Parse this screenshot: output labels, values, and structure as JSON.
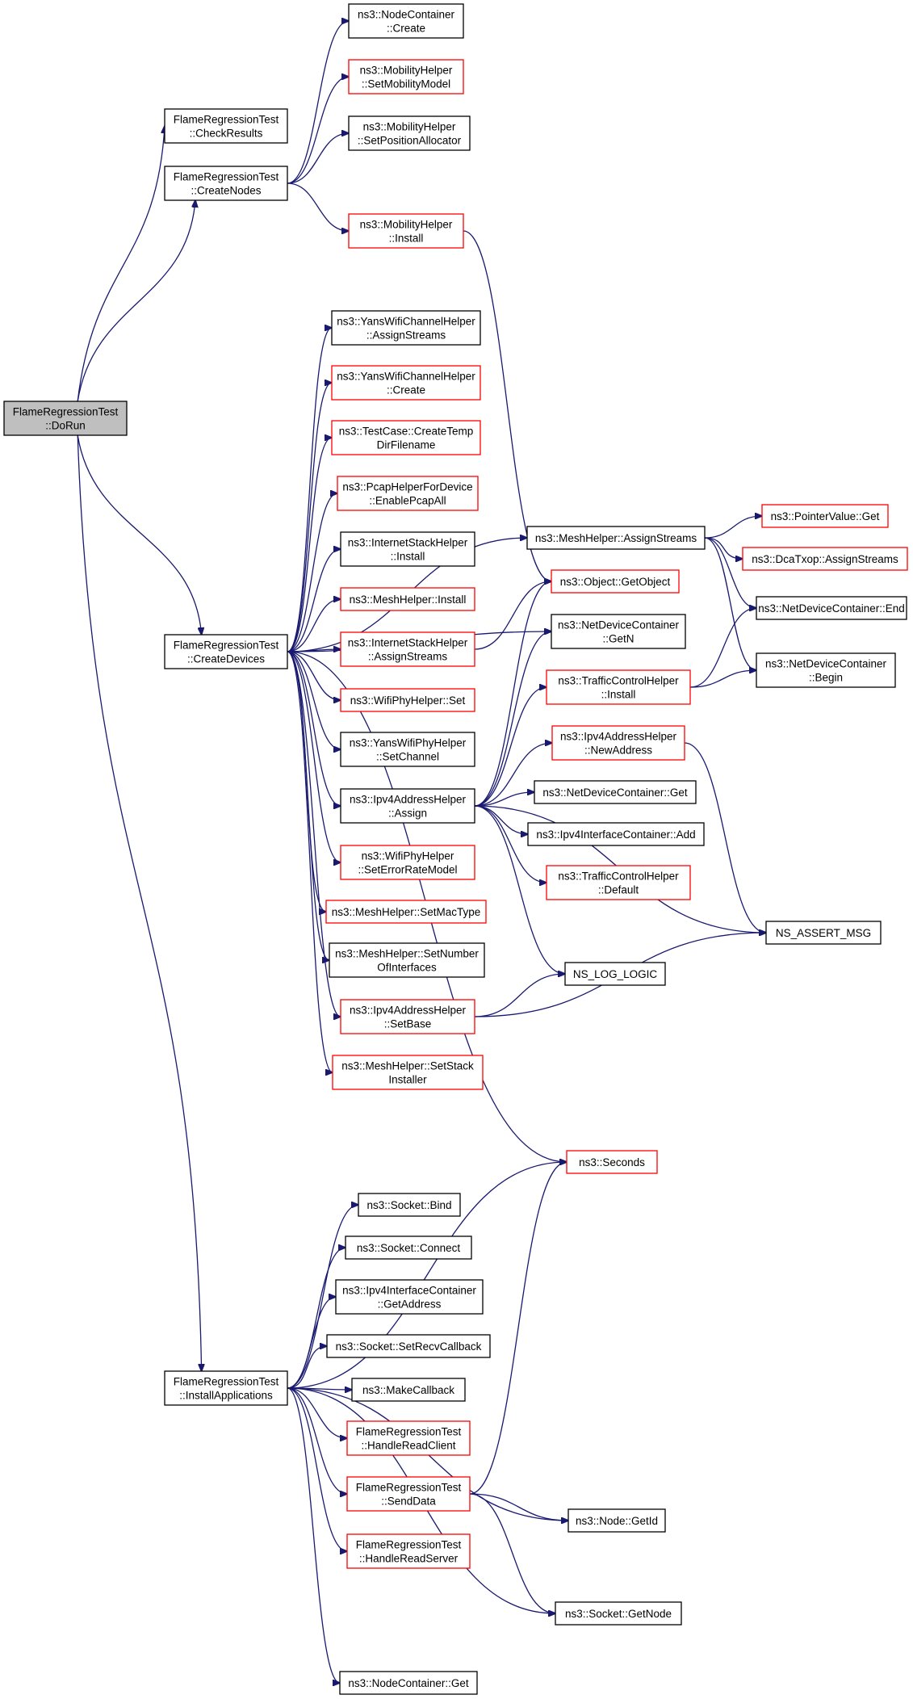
{
  "colors": {
    "edge": "#191970",
    "border_normal": "#000000",
    "border_undocumented": "#ff0000",
    "root_fill": "#bfbfbf",
    "node_fill": "#ffffff"
  },
  "nodes": [
    {
      "id": "dorun",
      "lines": [
        "FlameRegressionTest",
        "::DoRun"
      ],
      "border": "black",
      "root": true
    },
    {
      "id": "checkresults",
      "lines": [
        "FlameRegressionTest",
        "::CheckResults"
      ],
      "border": "black"
    },
    {
      "id": "createnodes",
      "lines": [
        "FlameRegressionTest",
        "::CreateNodes"
      ],
      "border": "black"
    },
    {
      "id": "createdevices",
      "lines": [
        "FlameRegressionTest",
        "::CreateDevices"
      ],
      "border": "black"
    },
    {
      "id": "installapps",
      "lines": [
        "FlameRegressionTest",
        "::InstallApplications"
      ],
      "border": "black"
    },
    {
      "id": "nc_create",
      "lines": [
        "ns3::NodeContainer",
        "::Create"
      ],
      "border": "black"
    },
    {
      "id": "mh_setmob",
      "lines": [
        "ns3::MobilityHelper",
        "::SetMobilityModel"
      ],
      "border": "red"
    },
    {
      "id": "mh_setpos",
      "lines": [
        "ns3::MobilityHelper",
        "::SetPositionAllocator"
      ],
      "border": "black"
    },
    {
      "id": "mh_install",
      "lines": [
        "ns3::MobilityHelper",
        "::Install"
      ],
      "border": "red"
    },
    {
      "id": "ywch_assign",
      "lines": [
        "ns3::YansWifiChannelHelper",
        "::AssignStreams"
      ],
      "border": "black"
    },
    {
      "id": "ywch_create",
      "lines": [
        "ns3::YansWifiChannelHelper",
        "::Create"
      ],
      "border": "red"
    },
    {
      "id": "tc_createtemp",
      "lines": [
        "ns3::TestCase::CreateTemp",
        "DirFilename"
      ],
      "border": "red"
    },
    {
      "id": "pcap_enable",
      "lines": [
        "ns3::PcapHelperForDevice",
        "::EnablePcapAll"
      ],
      "border": "red"
    },
    {
      "id": "ish_install",
      "lines": [
        "ns3::InternetStackHelper",
        "::Install"
      ],
      "border": "black"
    },
    {
      "id": "meshh_install",
      "lines": [
        "ns3::MeshHelper::Install"
      ],
      "border": "red"
    },
    {
      "id": "ish_assign",
      "lines": [
        "ns3::InternetStackHelper",
        "::AssignStreams"
      ],
      "border": "red"
    },
    {
      "id": "wph_set",
      "lines": [
        "ns3::WifiPhyHelper::Set"
      ],
      "border": "red"
    },
    {
      "id": "ywph_setchan",
      "lines": [
        "ns3::YansWifiPhyHelper",
        "::SetChannel"
      ],
      "border": "black"
    },
    {
      "id": "ipv4ah_assign",
      "lines": [
        "ns3::Ipv4AddressHelper",
        "::Assign"
      ],
      "border": "black"
    },
    {
      "id": "wph_seterr",
      "lines": [
        "ns3::WifiPhyHelper",
        "::SetErrorRateModel"
      ],
      "border": "red"
    },
    {
      "id": "meshh_setmac",
      "lines": [
        "ns3::MeshHelper::SetMacType"
      ],
      "border": "red"
    },
    {
      "id": "meshh_setnum",
      "lines": [
        "ns3::MeshHelper::SetNumber",
        "OfInterfaces"
      ],
      "border": "black"
    },
    {
      "id": "ipv4ah_setbase",
      "lines": [
        "ns3::Ipv4AddressHelper",
        "::SetBase"
      ],
      "border": "red"
    },
    {
      "id": "meshh_setstack",
      "lines": [
        "ns3::MeshHelper::SetStack",
        "Installer"
      ],
      "border": "red"
    },
    {
      "id": "meshh_assign",
      "lines": [
        "ns3::MeshHelper::AssignStreams"
      ],
      "border": "black"
    },
    {
      "id": "ptr_get",
      "lines": [
        "ns3::PointerValue::Get"
      ],
      "border": "red"
    },
    {
      "id": "dca_assign",
      "lines": [
        "ns3::DcaTxop::AssignStreams"
      ],
      "border": "red"
    },
    {
      "id": "obj_getobject",
      "lines": [
        "ns3::Object::GetObject"
      ],
      "border": "red"
    },
    {
      "id": "ndc_end",
      "lines": [
        "ns3::NetDeviceContainer::End"
      ],
      "border": "black"
    },
    {
      "id": "ndc_getn",
      "lines": [
        "ns3::NetDeviceContainer",
        "::GetN"
      ],
      "border": "black"
    },
    {
      "id": "tch_install",
      "lines": [
        "ns3::TrafficControlHelper",
        "::Install"
      ],
      "border": "red"
    },
    {
      "id": "ndc_begin",
      "lines": [
        "ns3::NetDeviceContainer",
        "::Begin"
      ],
      "border": "black"
    },
    {
      "id": "ipv4ah_newaddr",
      "lines": [
        "ns3::Ipv4AddressHelper",
        "::NewAddress"
      ],
      "border": "red"
    },
    {
      "id": "ndc_get",
      "lines": [
        "ns3::NetDeviceContainer::Get"
      ],
      "border": "black"
    },
    {
      "id": "ipv4ic_add",
      "lines": [
        "ns3::Ipv4InterfaceContainer::Add"
      ],
      "border": "black"
    },
    {
      "id": "tch_default",
      "lines": [
        "ns3::TrafficControlHelper",
        "::Default"
      ],
      "border": "red"
    },
    {
      "id": "ns_assert",
      "lines": [
        "NS_ASSERT_MSG"
      ],
      "border": "black"
    },
    {
      "id": "ns_log",
      "lines": [
        "NS_LOG_LOGIC"
      ],
      "border": "black"
    },
    {
      "id": "seconds",
      "lines": [
        "ns3::Seconds"
      ],
      "border": "red"
    },
    {
      "id": "sock_bind",
      "lines": [
        "ns3::Socket::Bind"
      ],
      "border": "black"
    },
    {
      "id": "sock_connect",
      "lines": [
        "ns3::Socket::Connect"
      ],
      "border": "black"
    },
    {
      "id": "ipv4ic_getaddr",
      "lines": [
        "ns3::Ipv4InterfaceContainer",
        "::GetAddress"
      ],
      "border": "black"
    },
    {
      "id": "sock_setrecv",
      "lines": [
        "ns3::Socket::SetRecvCallback"
      ],
      "border": "black"
    },
    {
      "id": "makecallback",
      "lines": [
        "ns3::MakeCallback"
      ],
      "border": "black"
    },
    {
      "id": "handle_client",
      "lines": [
        "FlameRegressionTest",
        "::HandleReadClient"
      ],
      "border": "red"
    },
    {
      "id": "senddata",
      "lines": [
        "FlameRegressionTest",
        "::SendData"
      ],
      "border": "red"
    },
    {
      "id": "node_getid",
      "lines": [
        "ns3::Node::GetId"
      ],
      "border": "black"
    },
    {
      "id": "handle_server",
      "lines": [
        "FlameRegressionTest",
        "::HandleReadServer"
      ],
      "border": "red"
    },
    {
      "id": "sock_getnode",
      "lines": [
        "ns3::Socket::GetNode"
      ],
      "border": "black"
    },
    {
      "id": "nc_get",
      "lines": [
        "ns3::NodeContainer::Get"
      ],
      "border": "black"
    }
  ],
  "edges": [
    [
      "dorun",
      "checkresults"
    ],
    [
      "dorun",
      "createnodes"
    ],
    [
      "dorun",
      "createdevices"
    ],
    [
      "dorun",
      "installapps"
    ],
    [
      "createnodes",
      "nc_create"
    ],
    [
      "createnodes",
      "mh_setmob"
    ],
    [
      "createnodes",
      "mh_setpos"
    ],
    [
      "createnodes",
      "mh_install"
    ],
    [
      "mh_install",
      "obj_getobject"
    ],
    [
      "createdevices",
      "meshh_assign"
    ],
    [
      "createdevices",
      "ndc_getn"
    ],
    [
      "createdevices",
      "ywch_assign"
    ],
    [
      "createdevices",
      "ywch_create"
    ],
    [
      "createdevices",
      "tc_createtemp"
    ],
    [
      "createdevices",
      "pcap_enable"
    ],
    [
      "createdevices",
      "ish_install"
    ],
    [
      "createdevices",
      "meshh_install"
    ],
    [
      "createdevices",
      "ish_assign"
    ],
    [
      "createdevices",
      "wph_set"
    ],
    [
      "createdevices",
      "ywph_setchan"
    ],
    [
      "createdevices",
      "ipv4ah_assign"
    ],
    [
      "createdevices",
      "wph_seterr"
    ],
    [
      "createdevices",
      "meshh_setmac"
    ],
    [
      "createdevices",
      "meshh_setnum"
    ],
    [
      "createdevices",
      "ipv4ah_setbase"
    ],
    [
      "createdevices",
      "meshh_setstack"
    ],
    [
      "createdevices",
      "seconds"
    ],
    [
      "ish_assign",
      "obj_getobject"
    ],
    [
      "meshh_assign",
      "ptr_get"
    ],
    [
      "meshh_assign",
      "dca_assign"
    ],
    [
      "meshh_assign",
      "ndc_end"
    ],
    [
      "meshh_assign",
      "ndc_begin"
    ],
    [
      "ipv4ah_assign",
      "obj_getobject"
    ],
    [
      "ipv4ah_assign",
      "ndc_getn"
    ],
    [
      "ipv4ah_assign",
      "tch_install"
    ],
    [
      "ipv4ah_assign",
      "ipv4ah_newaddr"
    ],
    [
      "ipv4ah_assign",
      "ndc_get"
    ],
    [
      "ipv4ah_assign",
      "ipv4ic_add"
    ],
    [
      "ipv4ah_assign",
      "tch_default"
    ],
    [
      "ipv4ah_assign",
      "ns_assert"
    ],
    [
      "ipv4ah_assign",
      "ns_log"
    ],
    [
      "tch_install",
      "ndc_end"
    ],
    [
      "tch_install",
      "ndc_begin"
    ],
    [
      "ipv4ah_newaddr",
      "ns_assert"
    ],
    [
      "ipv4ah_setbase",
      "ns_log"
    ],
    [
      "ipv4ah_setbase",
      "ns_assert"
    ],
    [
      "installapps",
      "seconds"
    ],
    [
      "installapps",
      "sock_bind"
    ],
    [
      "installapps",
      "sock_connect"
    ],
    [
      "installapps",
      "ipv4ic_getaddr"
    ],
    [
      "installapps",
      "sock_setrecv"
    ],
    [
      "installapps",
      "makecallback"
    ],
    [
      "installapps",
      "handle_client"
    ],
    [
      "installapps",
      "senddata"
    ],
    [
      "installapps",
      "handle_server"
    ],
    [
      "installapps",
      "node_getid"
    ],
    [
      "installapps",
      "sock_getnode"
    ],
    [
      "installapps",
      "nc_get"
    ],
    [
      "senddata",
      "seconds"
    ],
    [
      "senddata",
      "node_getid"
    ],
    [
      "senddata",
      "sock_getnode"
    ]
  ]
}
